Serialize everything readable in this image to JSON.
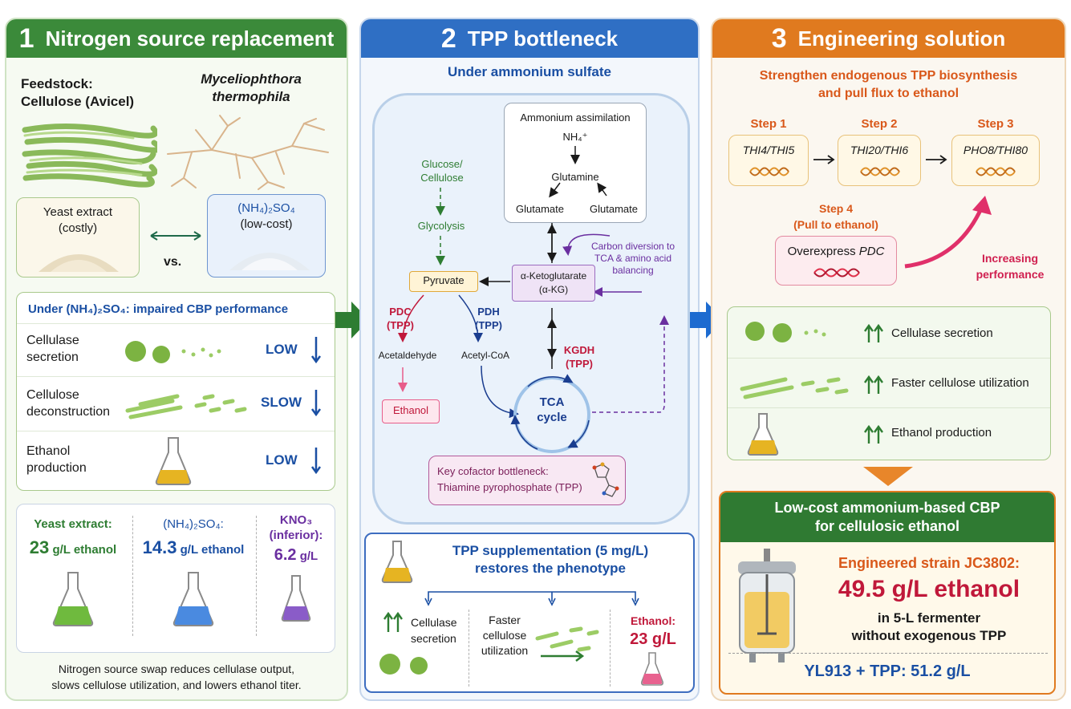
{
  "colors": {
    "green": "#2e7d32",
    "blue": "#1565c0",
    "orange": "#e07a1f",
    "purple": "#6a2fa0",
    "crimson": "#c0183a",
    "pink": "#e85d8a"
  },
  "p1": {
    "num": "1",
    "title": "Nitrogen source replacement",
    "feedstock": "Feedstock:\nCellulose (Avicel)",
    "organism": "Myceliophthora\nthermophila",
    "yeast_box": "Yeast extract\n(costly)",
    "amm_box_line1": "(NH₄)₂SO₄",
    "amm_box_line2": "(low-cost)",
    "vs": "vs.",
    "impaired_title": "Under (NH₄)₂SO₄: impaired CBP performance",
    "rows": [
      {
        "label": "Cellulase\nsecretion",
        "status": "LOW"
      },
      {
        "label": "Cellulose\ndeconstruction",
        "status": "SLOW"
      },
      {
        "label": "Ethanol\nproduction",
        "status": "LOW"
      }
    ],
    "cmp": [
      {
        "name": "Yeast extract:",
        "val": "23",
        "unit": " g/L ethanol"
      },
      {
        "name": "(NH₄)₂SO₄:",
        "val": "14.3",
        "unit": " g/L ethanol"
      },
      {
        "name": "KNO₃\n(inferior):",
        "val": "6.2",
        "unit": " g/L"
      }
    ],
    "footer": "Nitrogen source swap reduces cellulase output,\nslows cellulose utilization, and lowers ethanol titer."
  },
  "p2": {
    "num": "2",
    "title": "TPP bottleneck",
    "subtitle": "Under ammonium sulfate",
    "amm_title": "Ammonium assimilation",
    "nh4": "NH₄⁺",
    "glutamine": "Glutamine",
    "glutamate1": "Glutamate",
    "glutamate2": "Glutamate",
    "glucose": "Glucose/\nCellulose",
    "glycolysis": "Glycolysis",
    "pyruvate": "Pyruvate",
    "akg": "α-Ketoglutarate\n(α-KG)",
    "carbon_div": "Carbon diversion to\nTCA & amino acid\nbalancing",
    "pdc": "PDC\n(TPP)",
    "pdh": "PDH\n(TPP)",
    "kgdh": "KGDH\n(TPP)",
    "acetaldehyde": "Acetaldehyde",
    "acetylcoa": "Acetyl-CoA",
    "ethanol": "Ethanol",
    "tca": "TCA\ncycle",
    "bottleneck": "Key cofactor bottleneck:\nThiamine pyrophosphate (TPP)",
    "supp_title": "TPP supplementation (5 mg/L)\nrestores the phenotype",
    "supp_items": [
      "Cellulase\nsecretion",
      "Faster\ncellulose\nutilization"
    ],
    "supp_eth_label": "Ethanol:",
    "supp_eth_val": "23 g/L"
  },
  "p3": {
    "num": "3",
    "title": "Engineering solution",
    "subtitle": "Strengthen endogenous TPP biosynthesis\nand pull flux to ethanol",
    "steps": [
      {
        "label": "Step 1",
        "gene": "THI4/THI5"
      },
      {
        "label": "Step 2",
        "gene": "THI20/THI6"
      },
      {
        "label": "Step 3",
        "gene": "PHO8/THI80"
      }
    ],
    "step4_label": "Step 4\n(Pull to ethanol)",
    "step4_text": "Overexpress ",
    "step4_gene": "PDC",
    "increasing": "Increasing\nperformance",
    "benefits": [
      "Cellulase secretion",
      "Faster cellulose utilization",
      "Ethanol production"
    ],
    "result_title": "Low-cost ammonium-based CBP\nfor cellulosic ethanol",
    "strain": "Engineered strain JC3802:",
    "titer": "49.5 g/L ethanol",
    "conditions": "in 5-L fermenter\nwithout exogenous TPP",
    "ref": "YL913 + TPP: 51.2 g/L"
  }
}
